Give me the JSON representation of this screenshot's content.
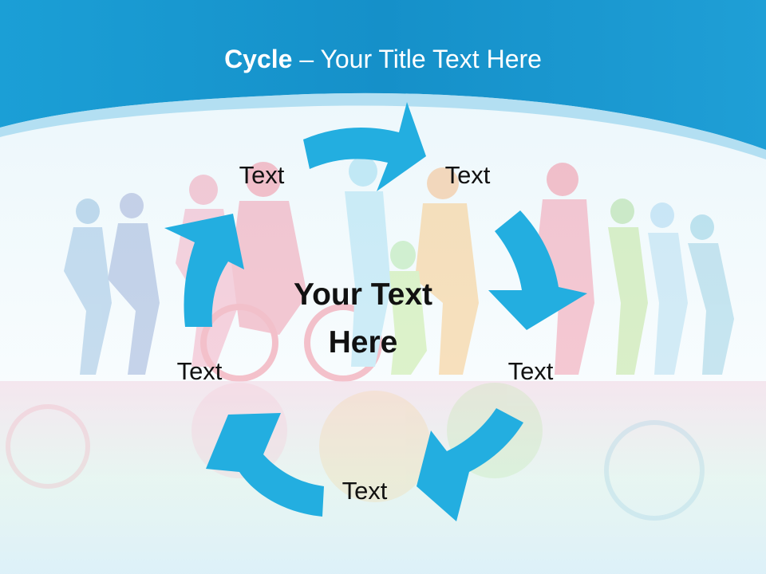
{
  "slide": {
    "title_bold": "Cycle",
    "title_rest": " – Your Title Text Here",
    "center_text": "Your Text Here",
    "steps": [
      {
        "label": "Text"
      },
      {
        "label": "Text"
      },
      {
        "label": "Text"
      },
      {
        "label": "Text"
      },
      {
        "label": "Text"
      }
    ]
  },
  "colors": {
    "header_blue": "#1a96cf",
    "arrow_blue": "#23aee0",
    "band_light": "#9fd6ee",
    "text_dark": "#111111",
    "title_text": "#ffffff"
  },
  "icons": [
    "curved-arrow-icon"
  ]
}
